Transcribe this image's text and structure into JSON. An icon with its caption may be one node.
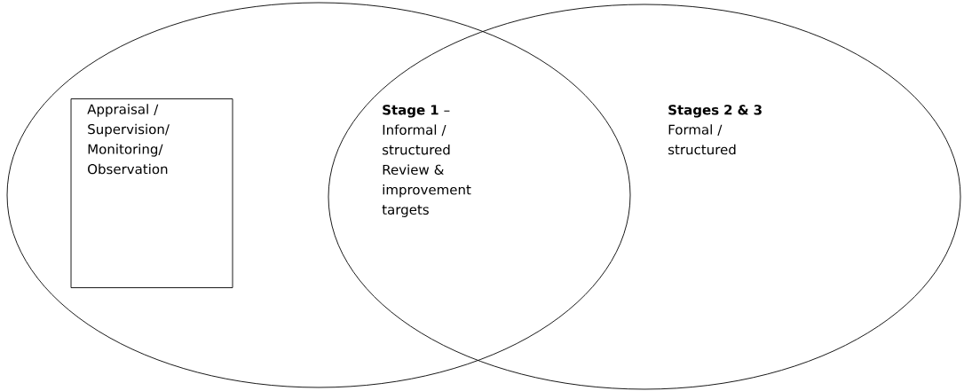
{
  "diagram": {
    "nodes": [
      {
        "text": [],
        "shape": "ellipse"
      },
      {
        "text": [
          "Appraisal / Supervision/ Monitoring/ Observation"
        ],
        "in": 0
      },
      {
        "text": [
          "Stages 2 & 3",
          "Formal / structured"
        ]
      }
    ],
    "labels": [
      "**Stage 1** – Informal / structured Review & improvement targets"
    ]
  }
}
